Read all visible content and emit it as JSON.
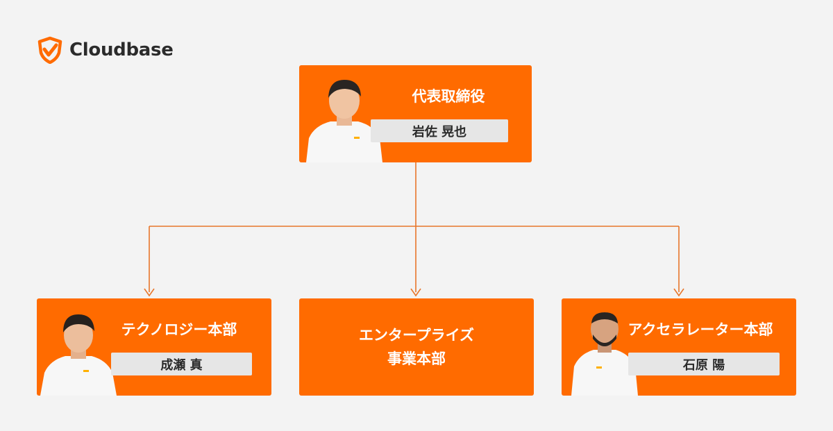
{
  "brand": {
    "name": "Cloudbase",
    "accent": "#ff6b00"
  },
  "org": {
    "ceo": {
      "title": "代表取締役",
      "name": "岩佐 晃也"
    },
    "departments": [
      {
        "title": "テクノロジー本部",
        "name": "成瀬 真"
      },
      {
        "title_line1": "エンタープライズ",
        "title_line2": "事業本部"
      },
      {
        "title": "アクセラレーター本部",
        "name": "石原 陽"
      }
    ]
  }
}
